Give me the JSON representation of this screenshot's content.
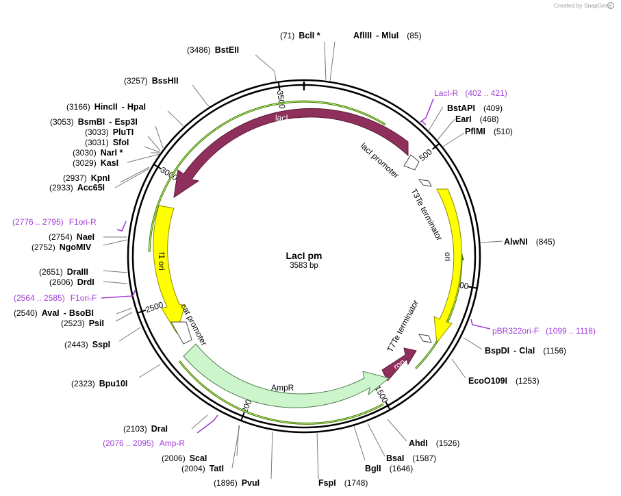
{
  "credit": "Created by SnapGene",
  "plasmid": {
    "name": "LacI pm",
    "size_label": "3583 bp",
    "size_bp": 3583
  },
  "colors": {
    "lacI": "#8e2f5c",
    "rop": "#8e2f5c",
    "f1ori": "#ffff00",
    "ori": "#ffff00",
    "AmpR": "#ccf5cc",
    "promoter": "#ffffff",
    "primer": "#a13ed6",
    "green_line": "#5aa500"
  },
  "ticks": [
    {
      "bp": 500,
      "label": "500"
    },
    {
      "bp": 1000,
      "label": "1000"
    },
    {
      "bp": 1500,
      "label": "1500"
    },
    {
      "bp": 2000,
      "label": "2000"
    },
    {
      "bp": 2500,
      "label": "2500"
    },
    {
      "bp": 3000,
      "label": "3000"
    },
    {
      "bp": 3500,
      "label": "3500"
    }
  ],
  "sites": {
    "bcli": {
      "name": "BclI *",
      "pos": "(71)"
    },
    "afliii": {
      "name": "AflIII",
      "sep": "-",
      "name2": "MluI",
      "pos": "(85)"
    },
    "bsteii": {
      "name": "BstEII",
      "pos": "(3486)"
    },
    "bsshii": {
      "name": "BssHII",
      "pos": "(3257)"
    },
    "hincii": {
      "name": "HincII",
      "sep": "-",
      "name2": "HpaI",
      "pos": "(3166)"
    },
    "bsmbi": {
      "name": "BsmBI",
      "sep": "-",
      "name2": "Esp3I",
      "pos": "(3053)"
    },
    "pluti": {
      "name": "PluTI",
      "pos": "(3033)"
    },
    "sfoi": {
      "name": "SfoI",
      "pos": "(3031)"
    },
    "nari": {
      "name": "NarI *",
      "pos": "(3030)"
    },
    "kasi": {
      "name": "KasI",
      "pos": "(3029)"
    },
    "kpni": {
      "name": "KpnI",
      "pos": "(2937)"
    },
    "acc65i": {
      "name": "Acc65I",
      "pos": "(2933)"
    },
    "naei": {
      "name": "NaeI",
      "pos": "(2754)"
    },
    "ngomiv": {
      "name": "NgoMIV",
      "pos": "(2752)"
    },
    "draiii": {
      "name": "DraIII",
      "pos": "(2651)"
    },
    "drdi": {
      "name": "DrdI",
      "pos": "(2606)"
    },
    "avai": {
      "name": "AvaI",
      "sep": "-",
      "name2": "BsoBI",
      "pos": "(2540)"
    },
    "psii": {
      "name": "PsiI",
      "pos": "(2523)"
    },
    "sspi": {
      "name": "SspI",
      "pos": "(2443)"
    },
    "bpu10i": {
      "name": "Bpu10I",
      "pos": "(2323)"
    },
    "drai": {
      "name": "DraI",
      "pos": "(2103)"
    },
    "scai": {
      "name": "ScaI",
      "pos": "(2006)"
    },
    "tati": {
      "name": "TatI",
      "pos": "(2004)"
    },
    "pvui": {
      "name": "PvuI",
      "pos": "(1896)"
    },
    "fspi": {
      "name": "FspI",
      "pos": "(1748)"
    },
    "bgli": {
      "name": "BglI",
      "pos": "(1646)"
    },
    "bsai": {
      "name": "BsaI",
      "pos": "(1587)"
    },
    "ahdi": {
      "name": "AhdI",
      "pos": "(1526)"
    },
    "eco0109i": {
      "name": "EcoO109I",
      "pos": "(1253)"
    },
    "bspdi": {
      "name": "BspDI",
      "sep": "-",
      "name2": "ClaI",
      "pos": "(1156)"
    },
    "alwni": {
      "name": "AlwNI",
      "pos": "(845)"
    },
    "pflmi": {
      "name": "PflMI",
      "pos": "(510)"
    },
    "eari": {
      "name": "EarI",
      "pos": "(468)"
    },
    "bstapi": {
      "name": "BstAPI",
      "pos": "(409)"
    }
  },
  "primers": {
    "laci_r": {
      "name": "LacI-R",
      "range": "(402 .. 421)"
    },
    "f1ori_r": {
      "range": "(2776 .. 2795)",
      "name": "F1ori-R"
    },
    "f1ori_f": {
      "range": "(2564 .. 2585)",
      "name": "F1ori-F"
    },
    "amp_r": {
      "range": "(2076 .. 2095)",
      "name": "Amp-R"
    },
    "pbr322ori_f": {
      "name": "pBR322ori-F",
      "range": "(1099 .. 1118)"
    }
  },
  "features": {
    "laci": "lacI",
    "laci_promoter": "lacI promoter",
    "t3te": "T3Te terminator",
    "ori": "ori",
    "f1ori": "f1 ori",
    "cat_promoter": "cat promoter",
    "ampr": "AmpR",
    "t7te": "T7Te terminator",
    "rop": "rop"
  }
}
